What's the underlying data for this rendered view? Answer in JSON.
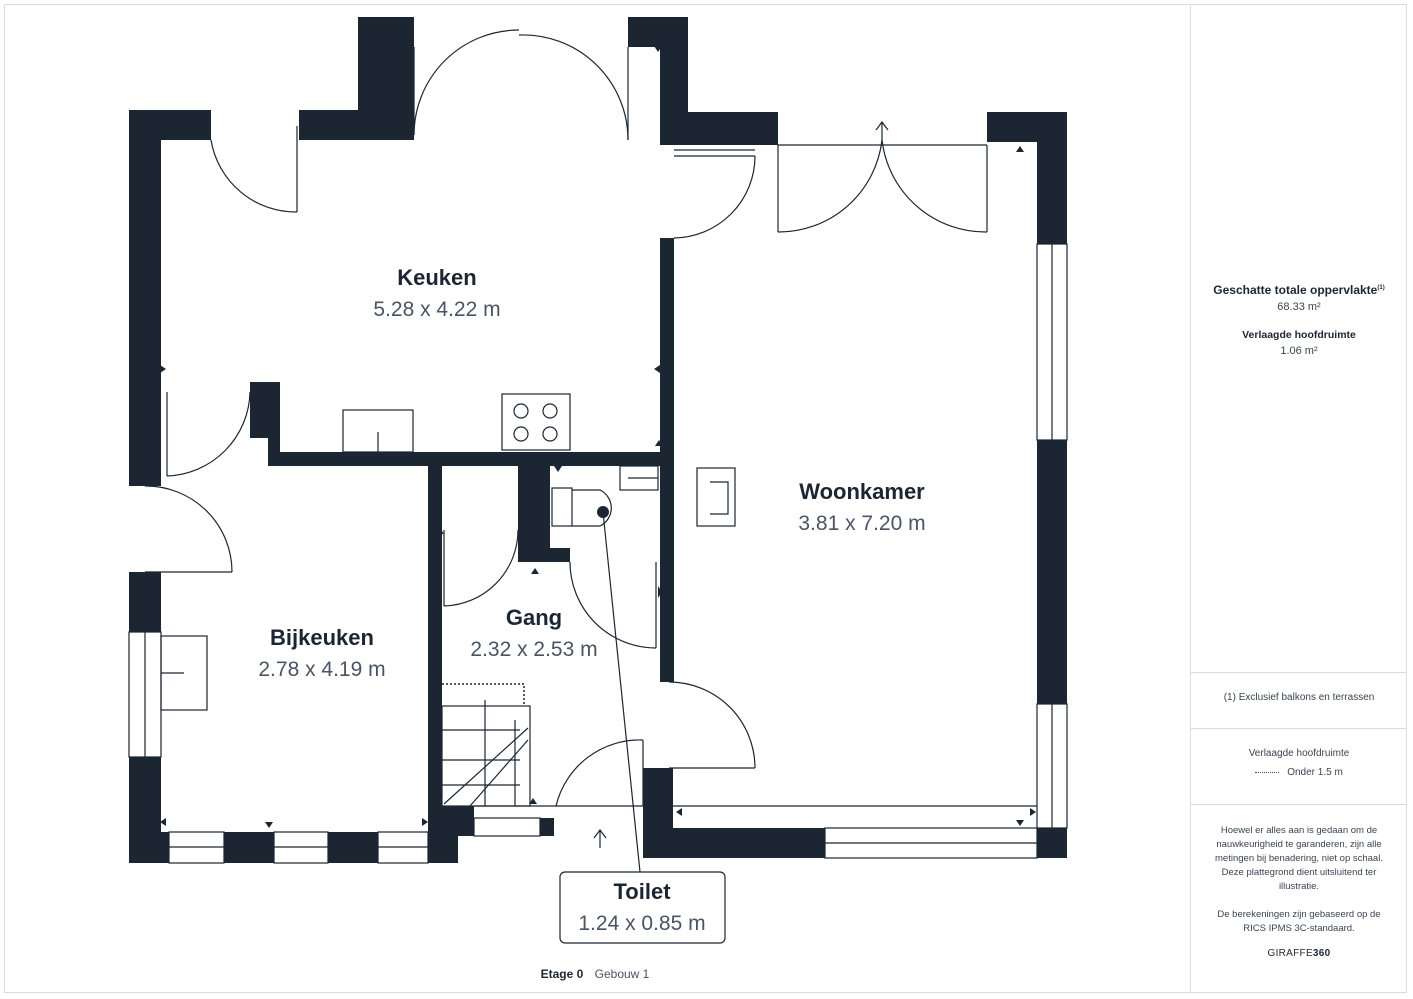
{
  "rooms": {
    "keuken": {
      "name": "Keuken",
      "dims": "5.28 x 4.22 m"
    },
    "woonkamer": {
      "name": "Woonkamer",
      "dims": "3.81 x 7.20 m"
    },
    "bijkeuken": {
      "name": "Bijkeuken",
      "dims": "2.78 x 4.19 m"
    },
    "gang": {
      "name": "Gang",
      "dims": "2.32 x 2.53 m"
    },
    "toilet": {
      "name": "Toilet",
      "dims": "1.24 x 0.85 m"
    }
  },
  "footer": {
    "floor": "Etage 0",
    "building": "Gebouw 1"
  },
  "sidebar": {
    "total_label": "Geschatte totale oppervlakte",
    "total_sup": "(1)",
    "total_value": "68.33 m²",
    "reduced_label": "Verlaagde hoofdruimte",
    "reduced_value": "1.06 m²",
    "footnote": "(1) Exclusief balkons en terrassen",
    "legend_title": "Verlaagde hoofdruimte",
    "legend_item": "Onder 1.5 m",
    "disclaimer1": "Hoewel er alles aan is gedaan om de nauwkeurigheid te garanderen, zijn alle metingen bij benadering, niet op schaal. Deze plattegrond dient uitsluitend ter illustratie.",
    "disclaimer2": "De berekeningen zijn gebaseerd op de RICS IPMS 3C-standaard.",
    "brand_a": "GIRAFFE",
    "brand_b": "360"
  },
  "colors": {
    "wall": "#1c2633",
    "line": "#1c2633",
    "dims_text": "#4a5464"
  }
}
